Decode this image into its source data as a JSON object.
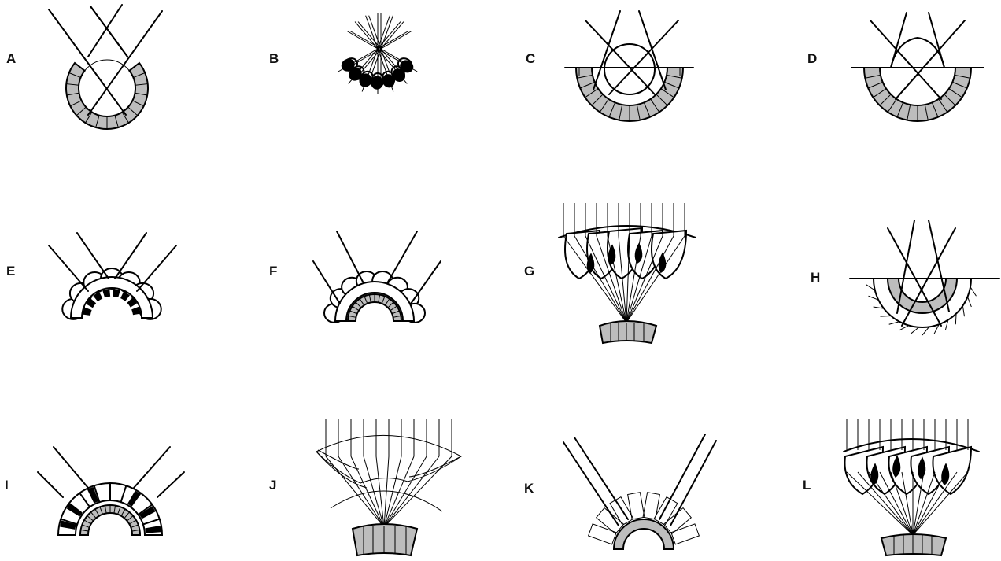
{
  "panels": [
    {
      "id": "A",
      "label": "A"
    },
    {
      "id": "B",
      "label": "B"
    },
    {
      "id": "C",
      "label": "C"
    },
    {
      "id": "D",
      "label": "D"
    },
    {
      "id": "E",
      "label": "E"
    },
    {
      "id": "F",
      "label": "F"
    },
    {
      "id": "G",
      "label": "G"
    },
    {
      "id": "H",
      "label": "H"
    },
    {
      "id": "I",
      "label": "I"
    },
    {
      "id": "J",
      "label": "J"
    },
    {
      "id": "K",
      "label": "K"
    },
    {
      "id": "L",
      "label": "L"
    }
  ],
  "colors": {
    "ink": "#000000",
    "tissue": "#bdbdbd",
    "paper": "#ffffff"
  }
}
